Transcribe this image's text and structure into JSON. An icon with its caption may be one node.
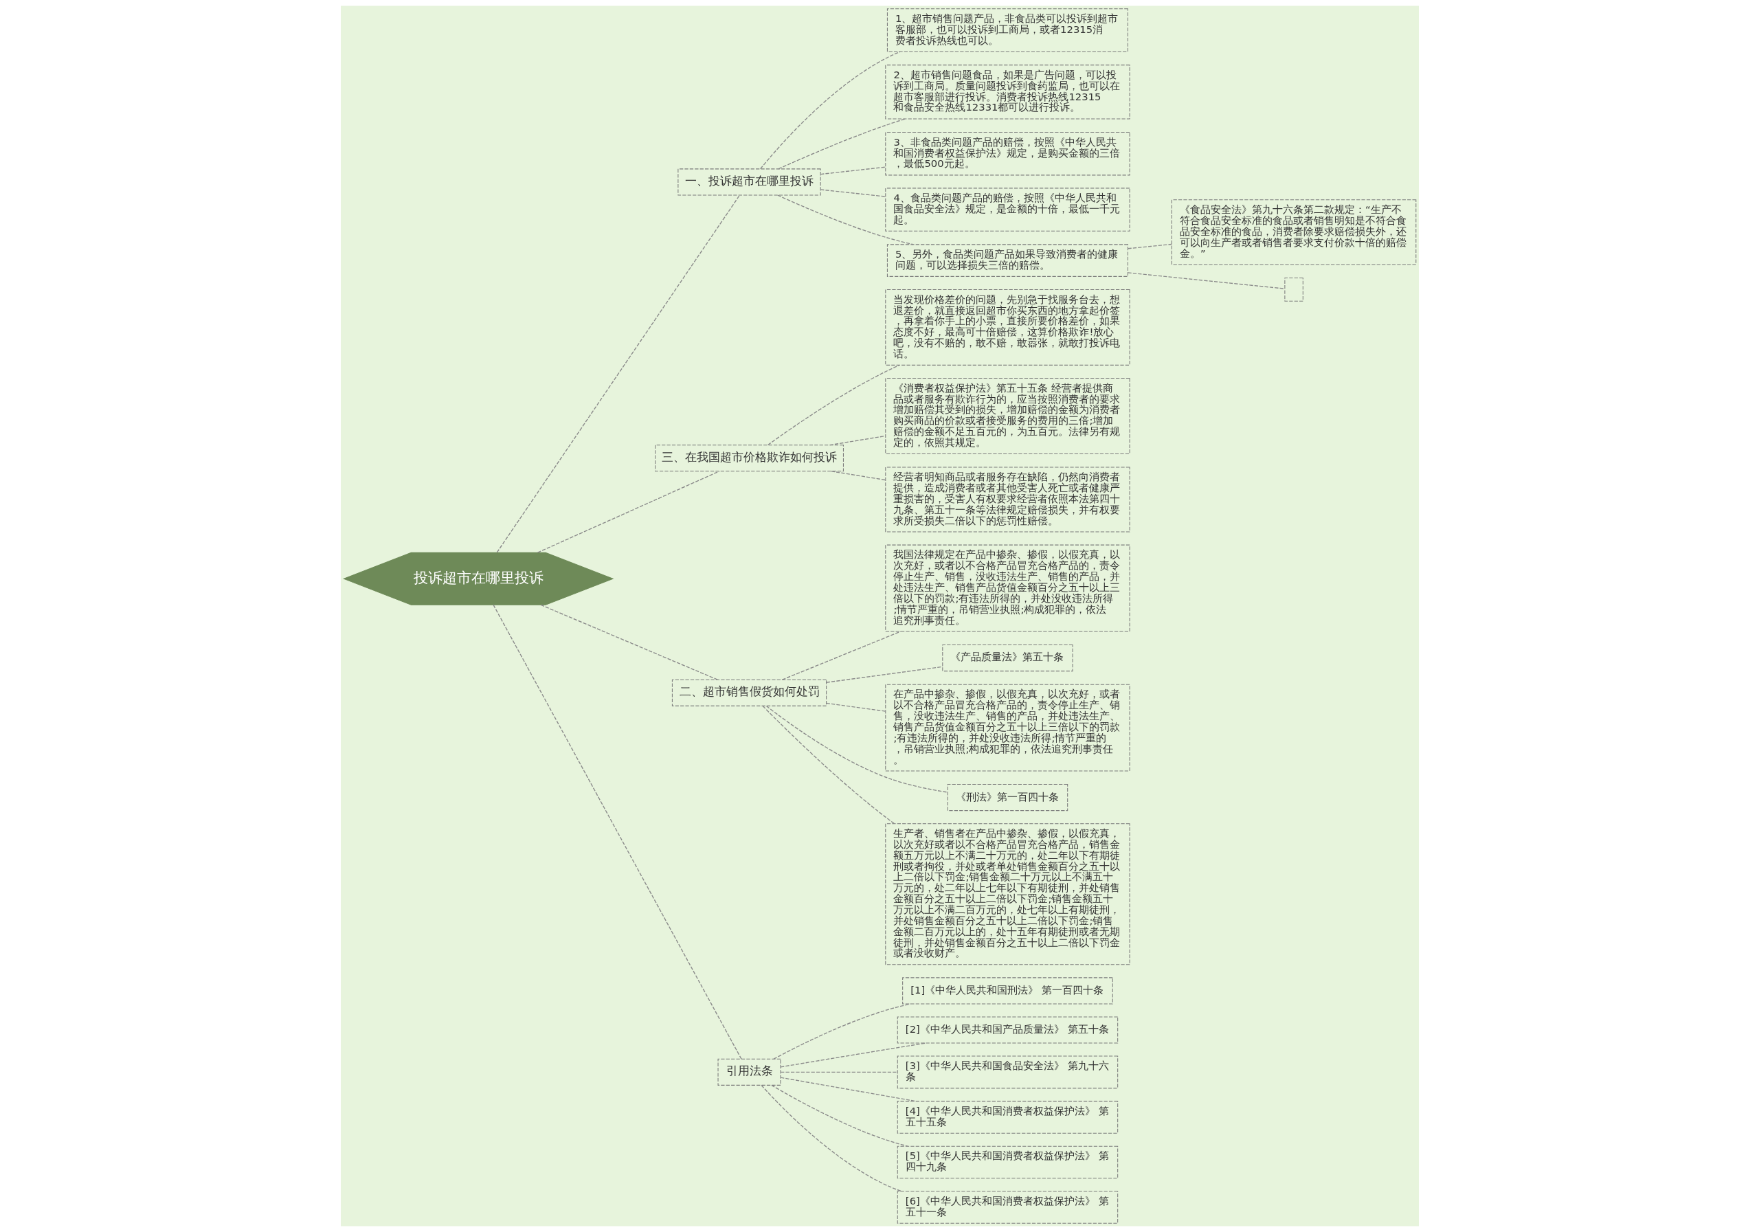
{
  "diagram": {
    "nodes": [
      {
        "text": [
          "投诉超市在哪里投诉"
        ]
      },
      {
        "text": [
          "一、投诉超市在哪里投诉"
        ]
      },
      {
        "text": [
          "1、超市销售问题产品，非食品类可以投诉到超市客服部，也可以投诉到工商局，或者12315消费者投诉热线也可以。"
        ]
      },
      {
        "text": [
          "2、超市销售问题食品，如果是广告问题，可以投诉到工商局。质量问题投诉到食药监局，也可以在超市客服部进行投诉。消费者投诉热线12315和食品安全热线12331都可以进行投诉。"
        ]
      },
      {
        "text": [
          "3、非食品类问题产品的赔偿，按照《中华人民共和国消费者权益保护法》规定，是购买金额的三倍，最低500元起。"
        ]
      },
      {
        "text": [
          "4、食品类问题产品的赔偿，按照《中华人民共和国食品安全法》规定，是金额的十倍，最低一千元起。"
        ]
      },
      {
        "text": [
          "5、另外，食品类问题产品如果导致消费者的健康问题，可以选择损失三倍的赔偿。"
        ]
      },
      {
        "text": [
          "《食品安全法》第九十六条第二款规定：“生产不符合食品安全标准的食品或者销售明知是不符合食品安全标准的食品，消费者除要求赔偿损失外，还可以向生产者或者销售者要求支付价款十倍的赔偿金。”"
        ]
      },
      {
        "text": [],
        "shape": "box"
      },
      {
        "text": [
          "三、在我国超市价格欺诈如何投诉"
        ]
      },
      {
        "text": [
          "当发现价格差价的问题，先别急于找服务台去，想退差价，就直接返回超市你买东西的地方拿起价签，再拿着你手上的小票，直接所要价格差价，如果态度不好，最高可十倍赔偿，这算价格欺诈!放心吧，没有不赔的，敢不赔，敢嚣张，就敢打投诉电话。"
        ]
      },
      {
        "text": [
          "《消费者权益保护法》第五十五条 经营者提供商品或者服务有欺诈行为的，应当按照消费者的要求增加赔偿其受到的损失，增加赔偿的金额为消费者购买商品的价款或者接受服务的费用的三倍;增加赔偿的金额不足五百元的，为五百元。法律另有规定的，依照其规定。"
        ]
      },
      {
        "text": [
          "经营者明知商品或者服务存在缺陷，仍然向消费者提供，造成消费者或者其他受害人死亡或者健康严重损害的，受害人有权要求经营者依照本法第四十九条、第五十一条等法律规定赔偿损失，并有权要求所受损失二倍以下的惩罚性赔偿。"
        ]
      },
      {
        "text": [
          "二、超市销售假货如何处罚"
        ]
      },
      {
        "text": [
          "我国法律规定在产品中掺杂、掺假，以假充真，以次充好，或者以不合格产品冒充合格产品的，责令停止生产、销售，没收违法生产、销售的产品，并处违法生产、销售产品货值金额百分之五十以上三倍以下的罚款;有违法所得的，并处没收违法所得;情节严重的，吊销营业执照;构成犯罪的，依法追究刑事责任。"
        ]
      },
      {
        "text": [
          "《产品质量法》第五十条"
        ]
      },
      {
        "text": [
          "在产品中掺杂、掺假，以假充真，以次充好，或者以不合格产品冒充合格产品的，责令停止生产、销售，没收违法生产、销售的产品，并处违法生产、销售产品货值金额百分之五十以上三倍以下的罚款;有违法所得的，并处没收违法所得;情节严重的，吊销营业执照;构成犯罪的，依法追究刑事责任。"
        ]
      },
      {
        "text": [
          "《刑法》第一百四十条"
        ]
      },
      {
        "text": [
          "生产者、销售者在产品中掺杂、掺假，以假充真，以次充好或者以不合格产品冒充合格产品，销售金额五万元以上不满二十万元的，处二年以下有期徒刑或者拘役，并处或者单处销售金额百分之五十以上二倍以下罚金;销售金额二十万元以上不满五十万元的，处二年以上七年以下有期徒刑，并处销售金额百分之五十以上二倍以下罚金;销售金额五十万元以上不满二百万元的，处七年以上有期徒刑，并处销售金额百分之五十以上二倍以下罚金;销售金额二百万元以上的，处十五年有期徒刑或者无期徒刑，并处销售金额百分之五十以上二倍以下罚金或者没收财产。"
        ]
      },
      {
        "text": [
          "引用法条"
        ]
      },
      {
        "text": [
          "[1]《中华人民共和国刑法》 第一百四十条"
        ]
      },
      {
        "text": [
          "[2]《中华人民共和国产品质量法》 第五十条"
        ]
      },
      {
        "text": [
          "[3]《中华人民共和国食品安全法》 第九十六条"
        ]
      },
      {
        "text": [
          "[4]《中华人民共和国消费者权益保护法》 第五十五条"
        ]
      },
      {
        "text": [
          "[5]《中华人民共和国消费者权益保护法》 第四十九条"
        ]
      },
      {
        "text": [
          "[6]《中华人民共和国消费者权益保护法》 第五十一条"
        ]
      }
    ],
    "edges": [
      {
        "from": 0,
        "to": 1,
        "arrow": "none"
      },
      {
        "from": 1,
        "to": 2,
        "arrow": "none"
      },
      {
        "from": 1,
        "to": 3,
        "arrow": "none"
      },
      {
        "from": 1,
        "to": 4,
        "arrow": "none"
      },
      {
        "from": 1,
        "to": 5,
        "arrow": "none"
      },
      {
        "from": 1,
        "to": 6,
        "arrow": "none"
      },
      {
        "from": 6,
        "to": 7,
        "arrow": "none"
      },
      {
        "from": 6,
        "to": 8,
        "arrow": "none"
      },
      {
        "from": 0,
        "to": 9,
        "arrow": "none"
      },
      {
        "from": 9,
        "to": 10,
        "arrow": "none"
      },
      {
        "from": 9,
        "to": 11,
        "arrow": "none"
      },
      {
        "from": 9,
        "to": 12,
        "arrow": "none"
      },
      {
        "from": 0,
        "to": 13,
        "arrow": "none"
      },
      {
        "from": 13,
        "to": 14,
        "arrow": "none"
      },
      {
        "from": 13,
        "to": 15,
        "arrow": "none"
      },
      {
        "from": 13,
        "to": 16,
        "arrow": "none"
      },
      {
        "from": 13,
        "to": 17,
        "arrow": "none"
      },
      {
        "from": 13,
        "to": 18,
        "arrow": "none"
      },
      {
        "from": 0,
        "to": 19,
        "arrow": "none"
      },
      {
        "from": 19,
        "to": 20,
        "arrow": "none"
      },
      {
        "from": 19,
        "to": 21,
        "arrow": "none"
      },
      {
        "from": 19,
        "to": 22,
        "arrow": "none"
      },
      {
        "from": 19,
        "to": 23,
        "arrow": "none"
      },
      {
        "from": 19,
        "to": 24,
        "arrow": "none"
      },
      {
        "from": 19,
        "to": 25,
        "arrow": "none"
      }
    ]
  }
}
